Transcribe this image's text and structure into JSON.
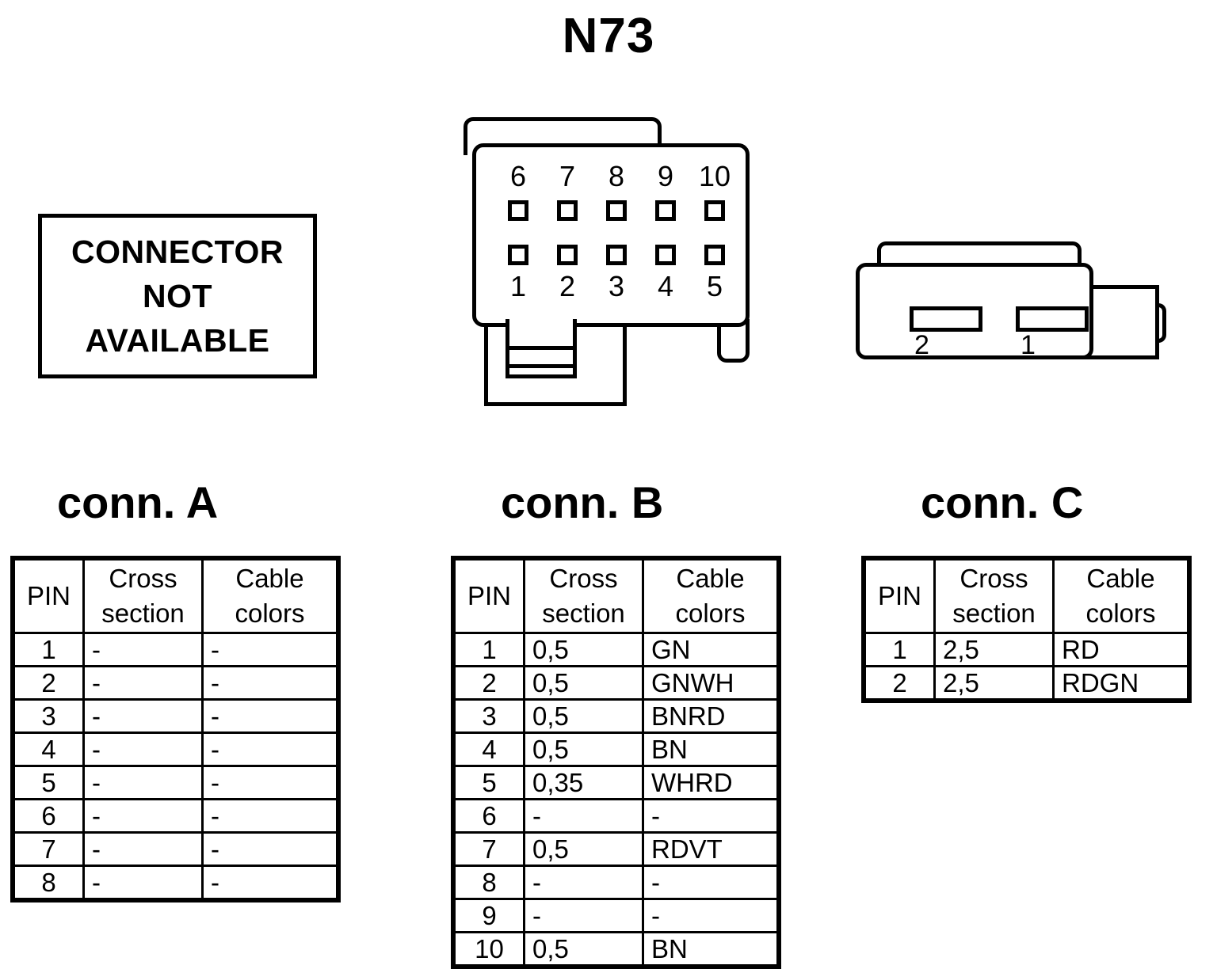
{
  "title": "N73",
  "not_available_box": {
    "line1": "CONNECTOR",
    "line2": "NOT",
    "line3": "AVAILABLE"
  },
  "connector_b_drawing": {
    "top_row_pins": [
      "6",
      "7",
      "8",
      "9",
      "10"
    ],
    "bottom_row_pins": [
      "1",
      "2",
      "3",
      "4",
      "5"
    ]
  },
  "connector_c_drawing": {
    "slot_labels": [
      "2",
      "1"
    ]
  },
  "headings": {
    "conn_a": "conn. A",
    "conn_b": "conn. B",
    "conn_c": "conn. C"
  },
  "table_headers": {
    "pin": "PIN",
    "cross_section_l1": "Cross",
    "cross_section_l2": "section",
    "cable_colors_l1": "Cable",
    "cable_colors_l2": "colors"
  },
  "tables": {
    "conn_a": {
      "rows": [
        {
          "pin": "1",
          "cross_section": "-",
          "cable_colors": "-"
        },
        {
          "pin": "2",
          "cross_section": "-",
          "cable_colors": "-"
        },
        {
          "pin": "3",
          "cross_section": "-",
          "cable_colors": "-"
        },
        {
          "pin": "4",
          "cross_section": "-",
          "cable_colors": "-"
        },
        {
          "pin": "5",
          "cross_section": "-",
          "cable_colors": "-"
        },
        {
          "pin": "6",
          "cross_section": "-",
          "cable_colors": "-"
        },
        {
          "pin": "7",
          "cross_section": "-",
          "cable_colors": "-"
        },
        {
          "pin": "8",
          "cross_section": "-",
          "cable_colors": "-"
        }
      ]
    },
    "conn_b": {
      "rows": [
        {
          "pin": "1",
          "cross_section": "0,5",
          "cable_colors": "GN"
        },
        {
          "pin": "2",
          "cross_section": "0,5",
          "cable_colors": "GNWH"
        },
        {
          "pin": "3",
          "cross_section": "0,5",
          "cable_colors": "BNRD"
        },
        {
          "pin": "4",
          "cross_section": "0,5",
          "cable_colors": "BN"
        },
        {
          "pin": "5",
          "cross_section": "0,35",
          "cable_colors": "WHRD"
        },
        {
          "pin": "6",
          "cross_section": "-",
          "cable_colors": "-"
        },
        {
          "pin": "7",
          "cross_section": "0,5",
          "cable_colors": "RDVT"
        },
        {
          "pin": "8",
          "cross_section": "-",
          "cable_colors": "-"
        },
        {
          "pin": "9",
          "cross_section": "-",
          "cable_colors": "-"
        },
        {
          "pin": "10",
          "cross_section": "0,5",
          "cable_colors": "BN"
        }
      ]
    },
    "conn_c": {
      "rows": [
        {
          "pin": "1",
          "cross_section": "2,5",
          "cable_colors": "RD"
        },
        {
          "pin": "2",
          "cross_section": "2,5",
          "cable_colors": "RDGN"
        }
      ]
    }
  },
  "colors": {
    "ink": "#000000",
    "background": "#ffffff"
  }
}
